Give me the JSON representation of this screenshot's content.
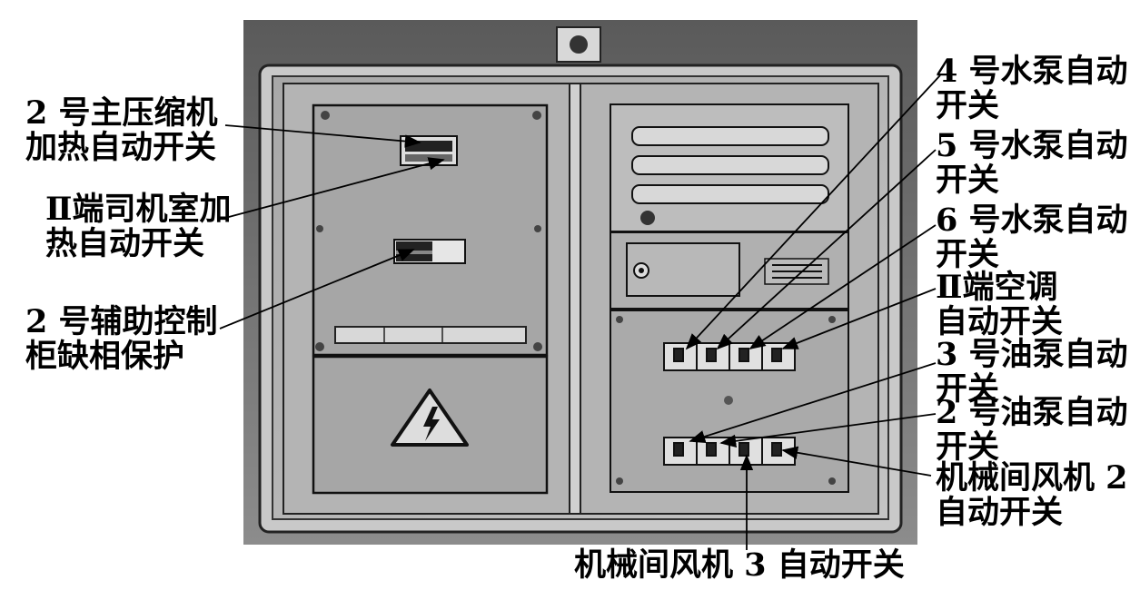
{
  "labels": {
    "compressor_heater": [
      "2 号主压缩机",
      "加热自动开关"
    ],
    "cab_heater": [
      "Ⅱ端司机室加",
      "热自动开关"
    ],
    "phase_loss": [
      "2 号辅助控制",
      "柜缺相保护"
    ],
    "pump4": [
      "4 号水泵自动",
      "开关"
    ],
    "pump5": [
      "5 号水泵自动",
      "开关"
    ],
    "pump6": [
      "6 号水泵自动",
      "开关"
    ],
    "ac": [
      "Ⅱ端空调",
      "自动开关"
    ],
    "oil3": [
      "3 号油泵自动",
      "开关"
    ],
    "oil2": [
      "2 号油泵自动",
      "开关"
    ],
    "fan2": [
      "机械间风机 2",
      "自动开关"
    ],
    "fan3": [
      "机械间风机 3 自动开关"
    ]
  },
  "icons": {
    "warning": "high-voltage-warning-icon",
    "lock": "key-lock-icon"
  }
}
